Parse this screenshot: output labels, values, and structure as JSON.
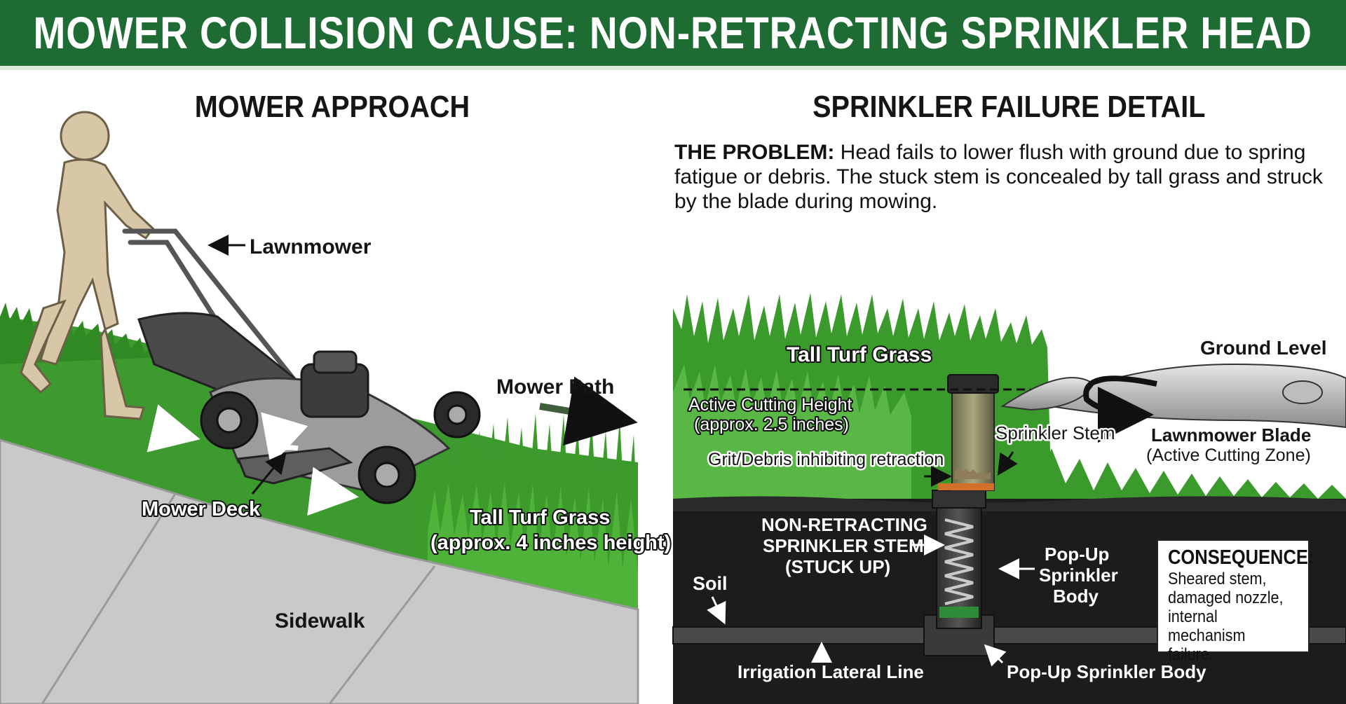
{
  "title": "MOWER COLLISION CAUSE: NON-RETRACTING SPRINKLER HEAD",
  "left_panel": {
    "heading": "MOWER APPROACH",
    "labels": {
      "lawnmower": "Lawnmower",
      "mower_path": "Mower Path",
      "mower_deck": "Mower Deck",
      "tall_grass_line1": "Tall Turf Grass",
      "tall_grass_line2": "(approx. 4 inches height)",
      "sidewalk": "Sidewalk"
    }
  },
  "right_panel": {
    "heading": "SPRINKLER FAILURE DETAIL",
    "problem_label": "THE PROBLEM:",
    "problem_text": "Head fails to lower flush with ground due to spring fatigue or debris. The stuck stem is concealed by tall grass and struck by the blade during mowing.",
    "labels": {
      "tall_turf_grass": "Tall Turf Grass",
      "ground_level": "Ground Level",
      "cutting_height_line1": "Active Cutting Height",
      "cutting_height_line2": "(approx. 2.5 inches)",
      "sprinkler_stem": "Sprinkler Stem",
      "blade_line1": "Lawnmower Blade",
      "blade_line2": "(Active Cutting Zone)",
      "grit": "Grit/Debris inhibiting retraction",
      "stuck_line1": "NON-RETRACTING",
      "stuck_line2": "SPRINKLER STEM",
      "stuck_line3": "(STUCK UP)",
      "popup_line1": "Pop-Up",
      "popup_line2": "Sprinkler",
      "popup_line3": "Body",
      "soil": "Soil",
      "lateral": "Irrigation Lateral Line",
      "popup_body_bottom": "Pop-Up Sprinkler Body"
    },
    "consequence": {
      "title": "CONSEQUENCE:",
      "text": "Sheared stem, damaged nozzle, internal mechanism failure."
    }
  },
  "colors": {
    "banner": "#1f6b34",
    "grass": "#3d9a2e",
    "soil": "#1c1c1c",
    "sidewalk": "#c9c9c9",
    "spring_band": "#d2702a"
  }
}
